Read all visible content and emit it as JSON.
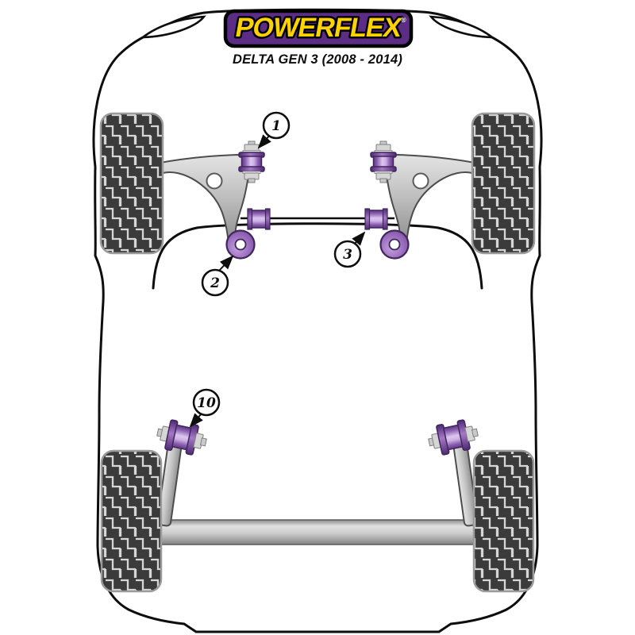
{
  "header": {
    "logo_text": "POWERFLEX",
    "registered_mark": "®",
    "subtitle": "DELTA GEN 3 (2008 - 2014)"
  },
  "callouts": [
    {
      "number": "1"
    },
    {
      "number": "2"
    },
    {
      "number": "3"
    },
    {
      "number": "10"
    }
  ],
  "colors": {
    "logo_purple": "#5b2d84",
    "logo_yellow": "#ffd200",
    "bushing_purple": "#9a6cbd",
    "bushing_purple_dark": "#3f2659",
    "outline_black": "#0d0d0d",
    "tire_dark": "#3b3b3b",
    "tread_light": "#d6d6d6",
    "metal_grey": "#c2c2c2"
  }
}
